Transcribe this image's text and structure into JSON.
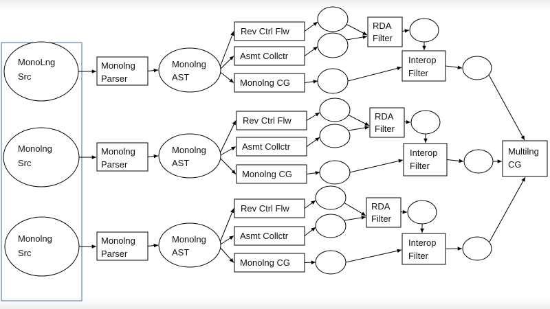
{
  "diagram": {
    "labels": {
      "src_top_1": "MonoLng",
      "src_top_2": "Src",
      "src_1": "Monolng",
      "src_2": "Src",
      "parser_1": "Monolng",
      "parser_2": "Parser",
      "ast_1": "Monolng",
      "ast_2": "AST",
      "rev": "Rev Ctrl Flw",
      "asmt": "Asmt Collctr",
      "cg": "Monolng CG",
      "rda_1": "RDA",
      "rda_2": "Filter",
      "interop_1": "Interop",
      "interop_2": "Filter",
      "multi_1": "Multilng",
      "multi_2": "CG"
    },
    "rows": [
      {
        "name": "row-1",
        "src_line1": "MonoLng",
        "src_line2": "Src"
      },
      {
        "name": "row-2",
        "src_line1": "Monolng",
        "src_line2": "Src"
      },
      {
        "name": "row-3",
        "src_line1": "Monolng",
        "src_line2": "Src"
      }
    ]
  }
}
